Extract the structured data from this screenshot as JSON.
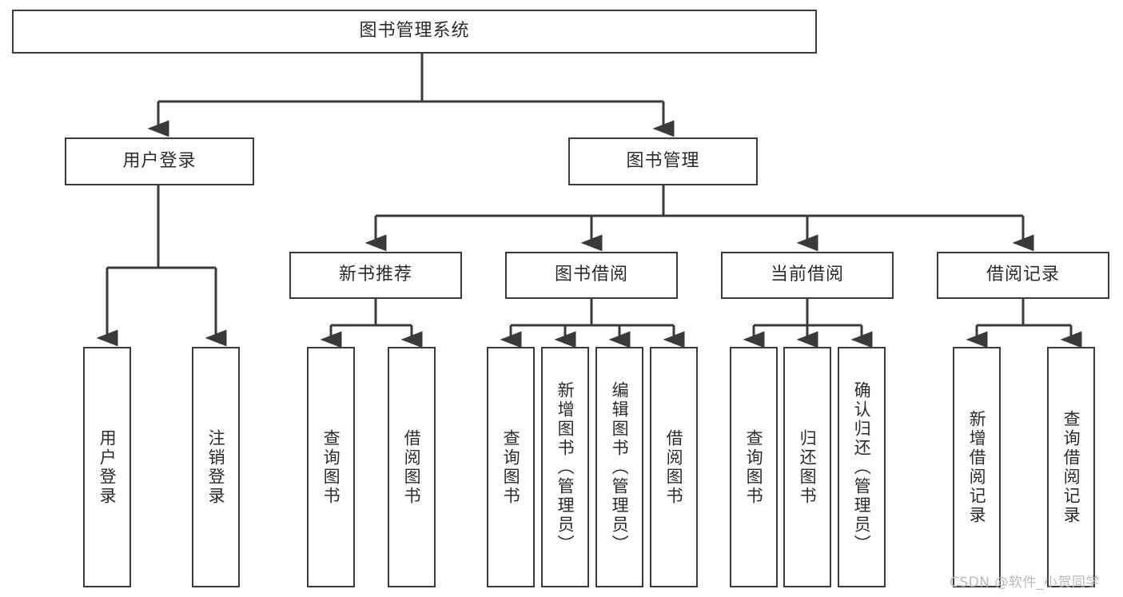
{
  "diagram": {
    "title": "图书管理系统",
    "watermark": "CSDN @软件_小贺同学",
    "stroke_color": "#3a3a3a",
    "text_color": "#2b2b2b",
    "background": "#ffffff",
    "root": {
      "label": "图书管理系统"
    },
    "level2": [
      {
        "label": "用户登录"
      },
      {
        "label": "图书管理"
      }
    ],
    "level3": [
      {
        "label": "新书推荐"
      },
      {
        "label": "图书借阅"
      },
      {
        "label": "当前借阅"
      },
      {
        "label": "借阅记录"
      }
    ],
    "leaves": {
      "user_login": [
        {
          "label": "用户登录"
        },
        {
          "label": "注销登录"
        }
      ],
      "new_book": [
        {
          "label": "查询图书"
        },
        {
          "label": "借阅图书"
        }
      ],
      "book_borrow": [
        {
          "label": "查询图书"
        },
        {
          "label": "新增图书（管理员）"
        },
        {
          "label": "编辑图书（管理员）"
        },
        {
          "label": "借阅图书"
        }
      ],
      "current_borrow": [
        {
          "label": "查询图书"
        },
        {
          "label": "归还图书"
        },
        {
          "label": "确认归还（管理员）"
        }
      ],
      "borrow_record": [
        {
          "label": "新增借阅记录"
        },
        {
          "label": "查询借阅记录"
        }
      ]
    }
  }
}
